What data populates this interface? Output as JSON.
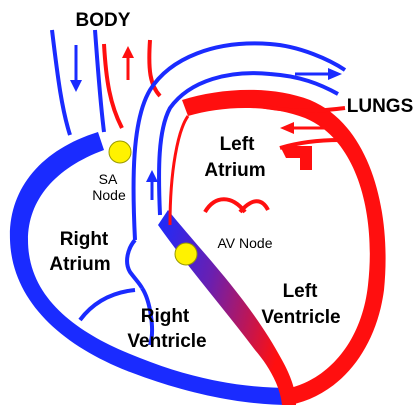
{
  "labels": {
    "body": "BODY",
    "lungs": "LUNGS",
    "left_atrium": [
      "Left",
      "Atrium"
    ],
    "right_atrium": [
      "Right",
      "Atrium"
    ],
    "left_ventricle": [
      "Left",
      "Ventricle"
    ],
    "right_ventricle": [
      "Right",
      "Ventricle"
    ],
    "sa_node": [
      "SA",
      "Node"
    ],
    "av_node": "AV Node"
  },
  "colors": {
    "deoxygenated": "#1a2bff",
    "oxygenated": "#ff0f0f",
    "node": "#fff200",
    "text": "#000000",
    "background": "#ffffff"
  },
  "icons": {
    "flow_arrow": "arrow-icon",
    "node_marker": "circle-icon"
  }
}
